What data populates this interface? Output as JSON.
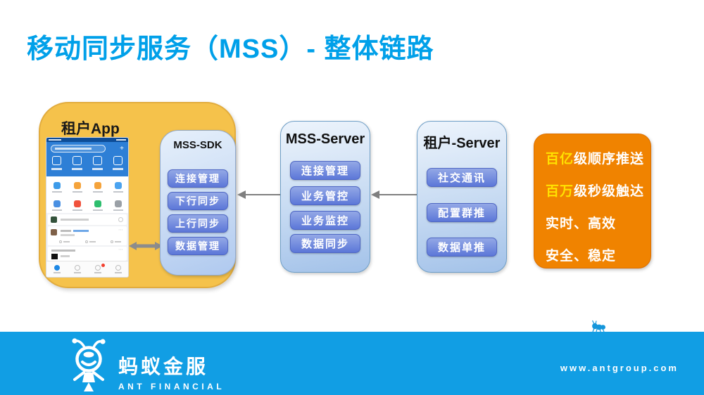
{
  "title": "移动同步服务（MSS）-  整体链路",
  "diagram": {
    "tenant_app": {
      "label": "租户App",
      "sdk": {
        "title": "MSS-SDK",
        "items": [
          "连接管理",
          "下行同步",
          "上行同步",
          "数据管理"
        ]
      }
    },
    "mss_server": {
      "title": "MSS-Server",
      "items": [
        "连接管理",
        "业务管控",
        "业务监控",
        "数据同步"
      ]
    },
    "tenant_server": {
      "title": "租户-Server",
      "items": [
        "社交通讯",
        "配置群推",
        "数据单推"
      ]
    },
    "highlights": {
      "lines": [
        {
          "highlight": "百亿",
          "rest": "级顺序推送"
        },
        {
          "highlight": "百万",
          "rest": "级秒级触达"
        },
        {
          "highlight": "",
          "rest": "实时、高效"
        },
        {
          "highlight": "",
          "rest": "安全、稳定"
        }
      ]
    },
    "arrows": [
      {
        "name": "mss-server-to-tenant-app",
        "direction": "left"
      },
      {
        "name": "tenant-server-to-mss-server",
        "direction": "left"
      },
      {
        "name": "phone-to-sdk",
        "direction": "both"
      }
    ]
  },
  "footer": {
    "brand_cn": "蚂蚁金服",
    "brand_en": "ANT FINANCIAL",
    "url": "www.antgroup.com"
  },
  "icons": {
    "ant_logo": "ant-mascot-icon",
    "small_ant": "small-ant-silhouette-icon"
  },
  "colors": {
    "title_blue": "#00A0E9",
    "footer_blue": "#119EE4",
    "panel_yellow": "#F5C24B",
    "panel_orange": "#F08300",
    "button_blue": "#5C77D8",
    "box_blue_light": "#EAF3FC",
    "highlight_yellow": "#FFE100",
    "arrow_gray": "#7F7F7F"
  }
}
